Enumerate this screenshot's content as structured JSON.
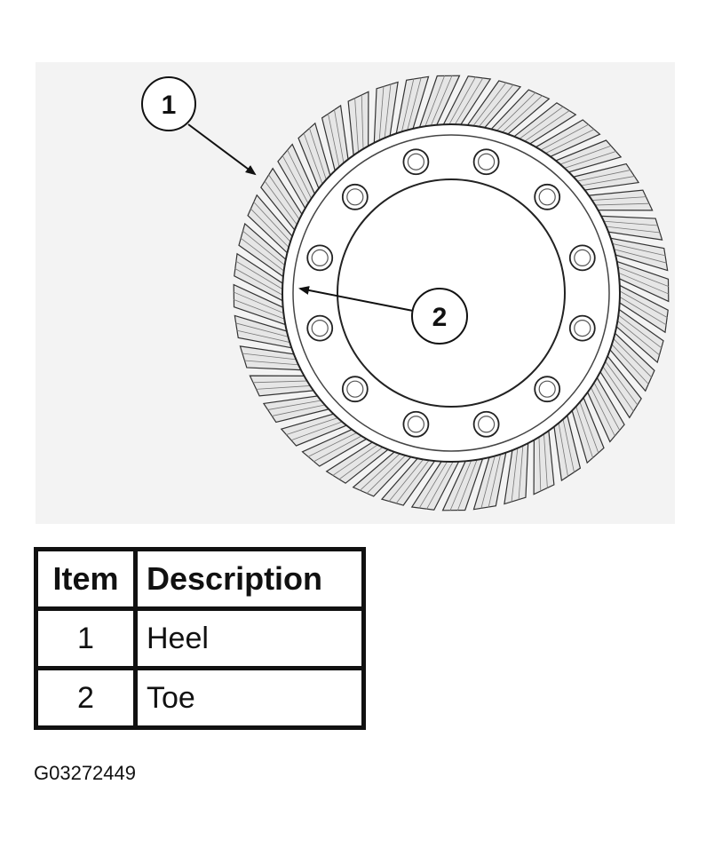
{
  "diagram": {
    "callouts": [
      {
        "number": "1"
      },
      {
        "number": "2"
      }
    ],
    "teeth_count": 44,
    "bolt_count": 12
  },
  "legend": {
    "header_item": "Item",
    "header_description": "Description",
    "rows": [
      {
        "item": "1",
        "description": "Heel"
      },
      {
        "item": "2",
        "description": "Toe"
      }
    ]
  },
  "figure_id": "G03272449"
}
